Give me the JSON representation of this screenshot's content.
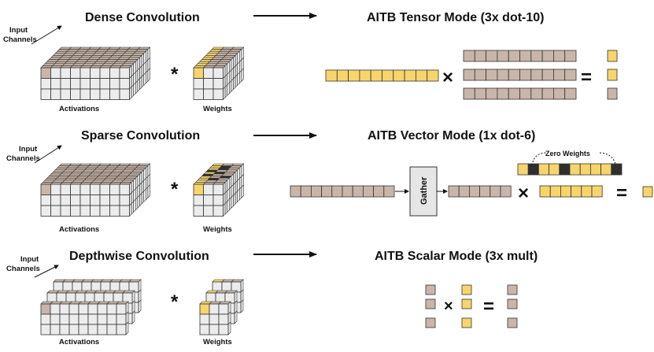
{
  "colors": {
    "yellow": "#f7d56b",
    "tan": "#c9b6a9",
    "light": "#ececed",
    "dark": "#2f2f2f",
    "stroke": "#333333"
  },
  "rows": [
    {
      "title": "Dense Convolution",
      "mode_title": "AITB Tensor Mode (3x dot-10)",
      "input_label_line1": "Input",
      "input_label_line2": "Channels",
      "activations_label": "Activations",
      "weights_label": "Weights",
      "multiply": "*",
      "times": "×",
      "equals": "="
    },
    {
      "title": "Sparse Convolution",
      "mode_title": "AITB Vector Mode (1x dot-6)",
      "input_label_line1": "Input",
      "input_label_line2": "Channels",
      "activations_label": "Activations",
      "weights_label": "Weights",
      "multiply": "*",
      "times": "×",
      "equals": "=",
      "gather_label": "Gather",
      "zero_weights_label": "Zero Weights"
    },
    {
      "title": "Depthwise Convolution",
      "mode_title": "AITB Scalar Mode (3x mult)",
      "input_label_line1": "Input",
      "input_label_line2": "Channels",
      "activations_label": "Activations",
      "weights_label": "Weights",
      "multiply": "*",
      "times": "×",
      "equals": "="
    }
  ]
}
